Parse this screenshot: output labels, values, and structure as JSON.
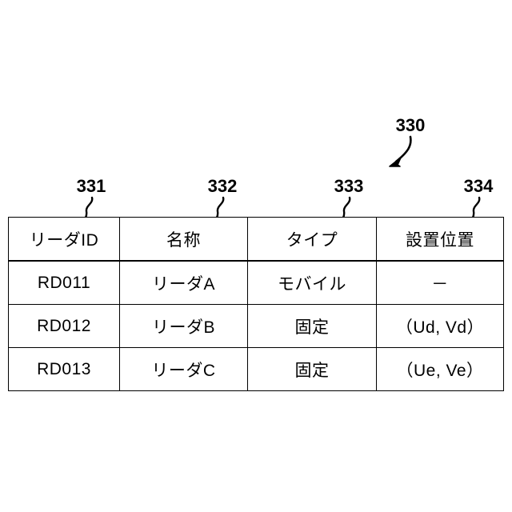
{
  "figure": {
    "reference_numerals": {
      "table": "330",
      "column_reader_id": "331",
      "column_name": "332",
      "column_type": "333",
      "column_install_position": "334"
    }
  },
  "table": {
    "name": "reader-management-table",
    "columns": [
      {
        "key": "reader_id",
        "header": "リーダID"
      },
      {
        "key": "name",
        "header": "名称"
      },
      {
        "key": "type",
        "header": "タイプ"
      },
      {
        "key": "install_position",
        "header": "設置位置"
      }
    ],
    "rows": [
      {
        "reader_id": "RD011",
        "name": "リーダA",
        "type": "モバイル",
        "install_position": "－"
      },
      {
        "reader_id": "RD012",
        "name": "リーダB",
        "type": "固定",
        "install_position": "（Ud, Vd）"
      },
      {
        "reader_id": "RD013",
        "name": "リーダC",
        "type": "固定",
        "install_position": "（Ue, Ve）"
      }
    ]
  },
  "colors": {
    "background": "#ffffff",
    "ink": "#000000"
  }
}
